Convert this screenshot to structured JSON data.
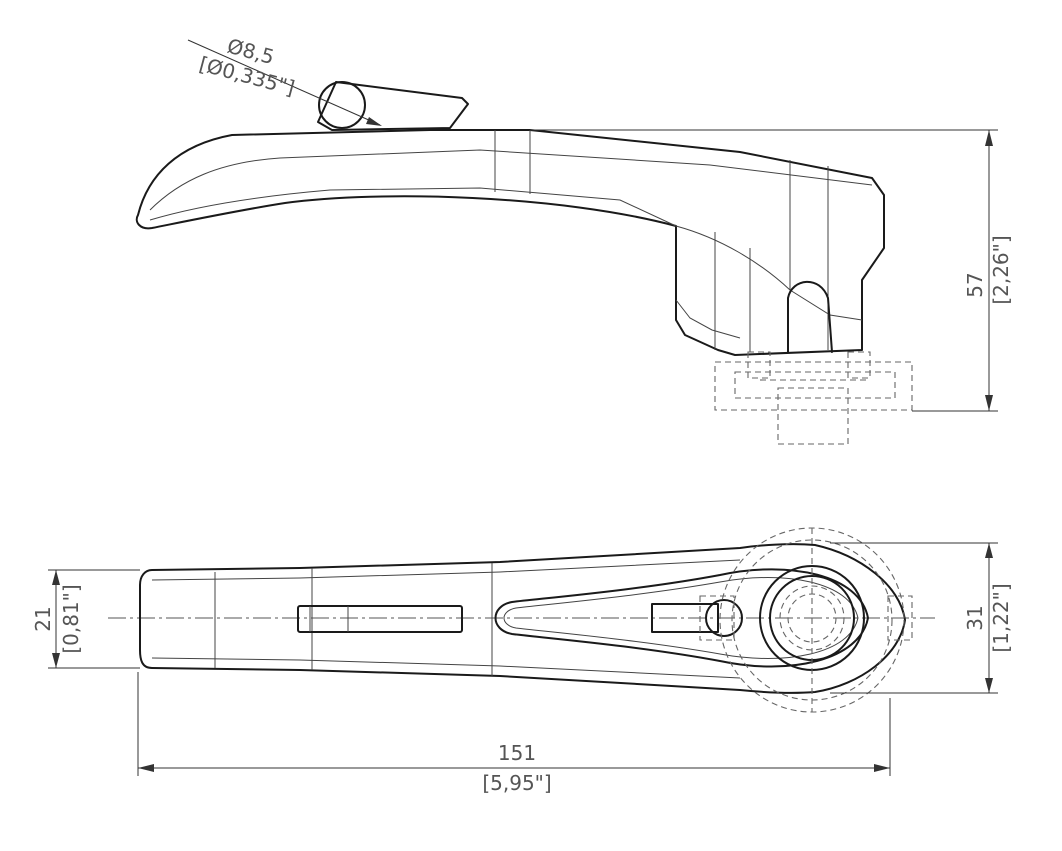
{
  "dimensions": {
    "hole_mm": "Ø8,5",
    "hole_in": "[Ø0,335\"]",
    "height_mm": "57",
    "height_in": "[2,26\"]",
    "width_mm": "21",
    "width_in": "[0,81\"]",
    "head_mm": "31",
    "head_in": "[1,22\"]",
    "length_mm": "151",
    "length_in": "[5,95\"]"
  }
}
